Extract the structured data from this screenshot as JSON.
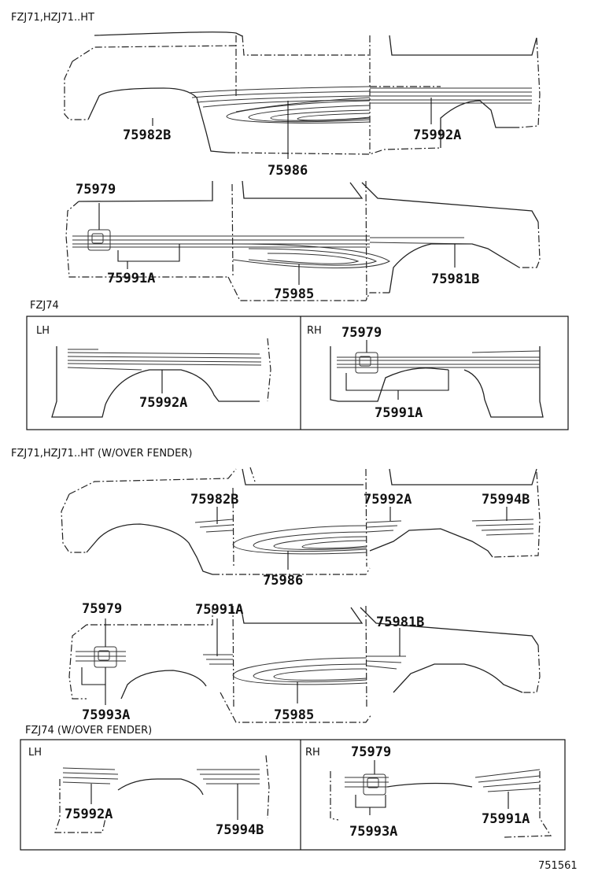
{
  "sections": {
    "s1": {
      "title": "FZJ71,HZJ71..HT"
    },
    "s2": {
      "title": "FZJ74",
      "lh": "LH",
      "rh": "RH"
    },
    "s3": {
      "title": "FZJ71,HZJ71..HT  (W/OVER FENDER)"
    },
    "s4": {
      "title": "FZJ74  (W/OVER FENDER)",
      "lh": "LH",
      "rh": "RH"
    }
  },
  "parts": {
    "p1_75982B": "75982B",
    "p1_75992A": "75992A",
    "p1_75986": "75986",
    "p2_75979": "75979",
    "p2_75991A": "75991A",
    "p2_75985": "75985",
    "p2_75981B": "75981B",
    "p3_75992A": "75992A",
    "p3_75979": "75979",
    "p3_75991A": "75991A",
    "p4_75982B": "75982B",
    "p4_75992A": "75992A",
    "p4_75994B": "75994B",
    "p4_75986": "75986",
    "p5_75979": "75979",
    "p5_75991A": "75991A",
    "p5_75981B": "75981B",
    "p5_75993A": "75993A",
    "p5_75985": "75985",
    "p6_75992A": "75992A",
    "p6_75994B": "75994B",
    "p6_75979": "75979",
    "p6_75993A": "75993A",
    "p6_75991A": "75991A"
  },
  "figure_number": "751561"
}
